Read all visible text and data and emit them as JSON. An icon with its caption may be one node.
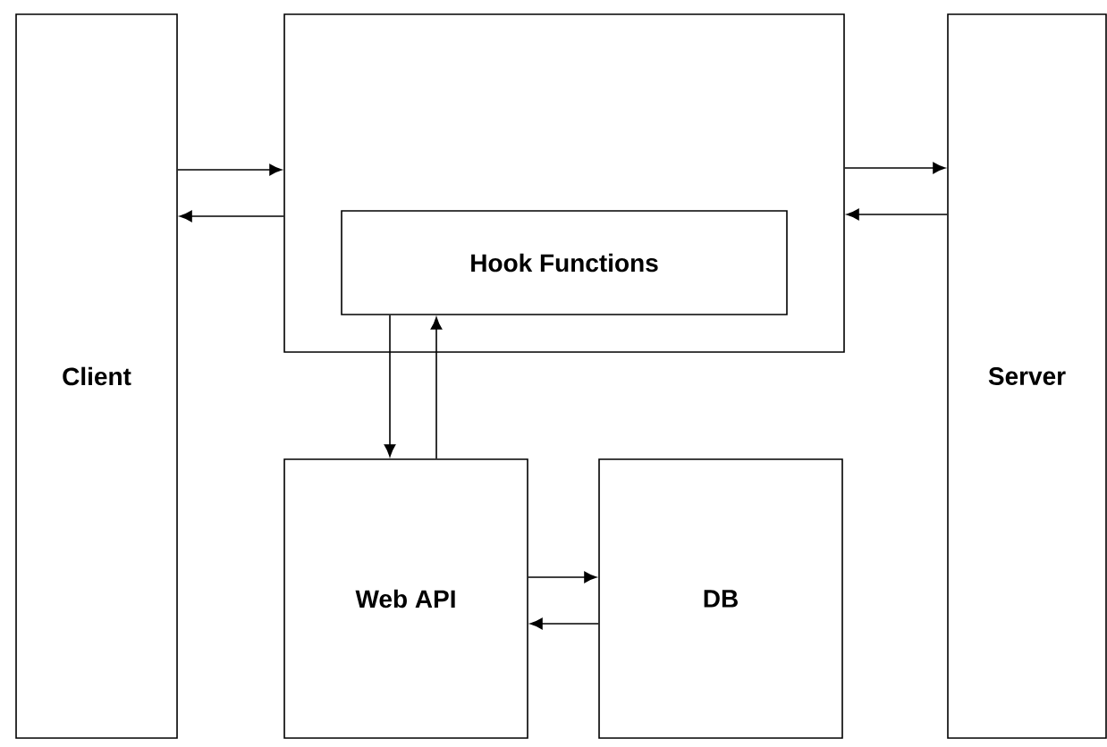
{
  "diagram": {
    "nodes": [
      {
        "text": [
          "Client"
        ]
      },
      {
        "text": [],
        "shape": "box"
      },
      {
        "text": [
          "Hook Functions"
        ],
        "in": 1
      },
      {
        "text": [
          "Server"
        ]
      },
      {
        "text": [
          "Web API"
        ]
      },
      {
        "text": [
          "DB"
        ]
      }
    ],
    "edges": [
      {
        "from": 0,
        "to": 1,
        "arrow": "to"
      },
      {
        "from": 1,
        "to": 0,
        "arrow": "to"
      },
      {
        "from": 1,
        "to": 3,
        "arrow": "to"
      },
      {
        "from": 3,
        "to": 1,
        "arrow": "to"
      },
      {
        "from": 2,
        "to": 4,
        "arrow": "to"
      },
      {
        "from": 4,
        "to": 2,
        "arrow": "to"
      },
      {
        "from": 4,
        "to": 5,
        "arrow": "to"
      },
      {
        "from": 5,
        "to": 4,
        "arrow": "to"
      }
    ]
  }
}
